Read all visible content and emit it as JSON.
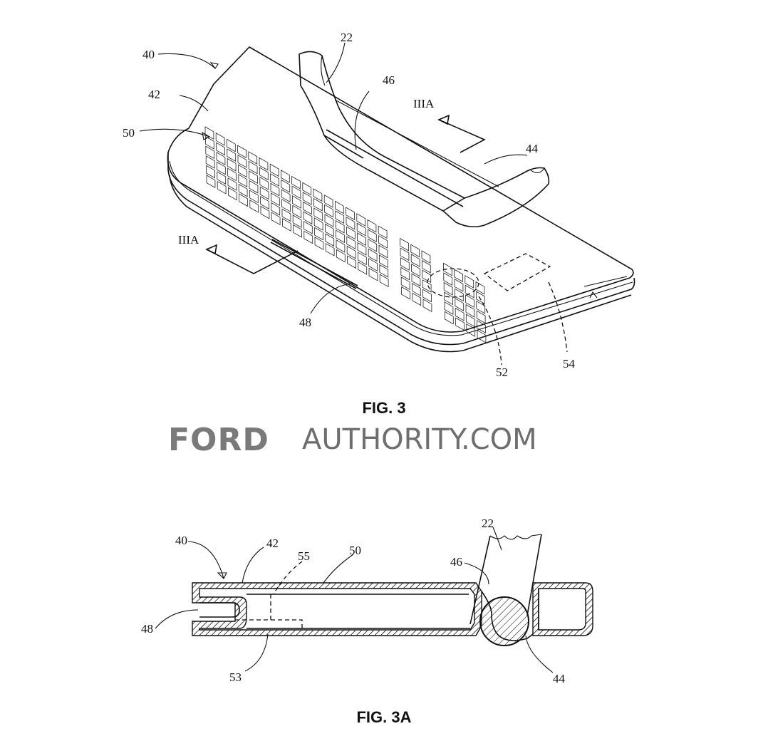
{
  "figures": {
    "fig3": {
      "caption": "FIG. 3",
      "section_mark": "IIIA",
      "labels": {
        "l40": "40",
        "l42": "42",
        "l50": "50",
        "l22": "22",
        "l46": "46",
        "l44": "44",
        "l48": "48",
        "l52": "52",
        "l54": "54"
      }
    },
    "fig3a": {
      "caption": "FIG. 3A",
      "labels": {
        "l40": "40",
        "l42": "42",
        "l55": "55",
        "l50": "50",
        "l22": "22",
        "l46": "46",
        "l48": "48",
        "l53": "53",
        "l44": "44"
      }
    }
  },
  "watermark": {
    "brand": "FORD",
    "rest": "AUTHORITY.COM"
  }
}
